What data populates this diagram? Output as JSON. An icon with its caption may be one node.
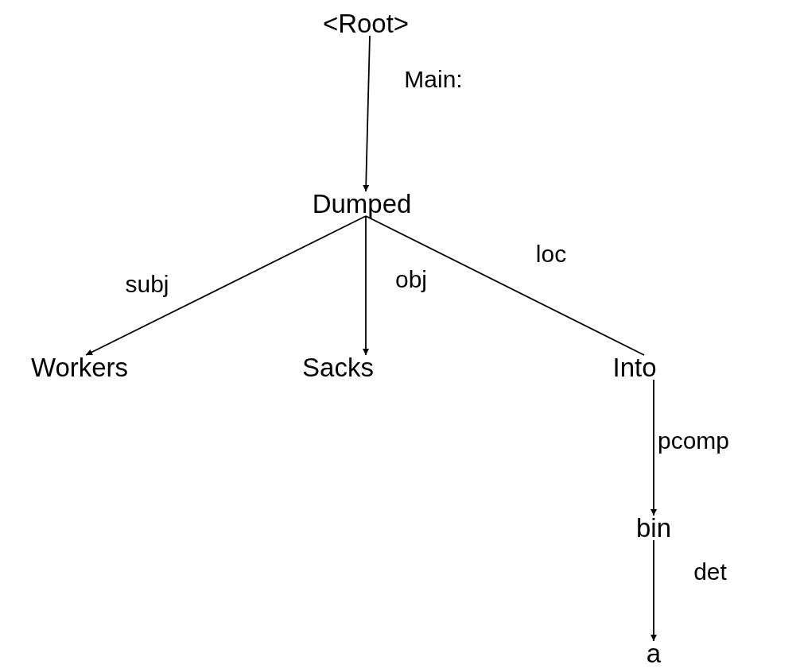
{
  "diagram": {
    "nodes": [
      {
        "text": [
          "<Root>"
        ]
      },
      {
        "text": [
          "Dumped"
        ]
      },
      {
        "text": [
          "Workers"
        ]
      },
      {
        "text": [
          "Sacks"
        ]
      },
      {
        "text": [
          "Into"
        ]
      },
      {
        "text": [
          "bin"
        ]
      },
      {
        "text": [
          "a"
        ]
      }
    ],
    "edges": [
      {
        "from": 0,
        "to": 1,
        "arrow": "to",
        "label": "Main:"
      },
      {
        "from": 1,
        "to": 2,
        "arrow": "to",
        "label": "subj"
      },
      {
        "from": 1,
        "to": 3,
        "arrow": "to",
        "label": "obj"
      },
      {
        "from": 1,
        "to": 4,
        "arrow": "none",
        "label": "loc"
      },
      {
        "from": 4,
        "to": 5,
        "arrow": "to",
        "label": "pcomp"
      },
      {
        "from": 5,
        "to": 6,
        "arrow": "to",
        "label": "det"
      }
    ]
  }
}
